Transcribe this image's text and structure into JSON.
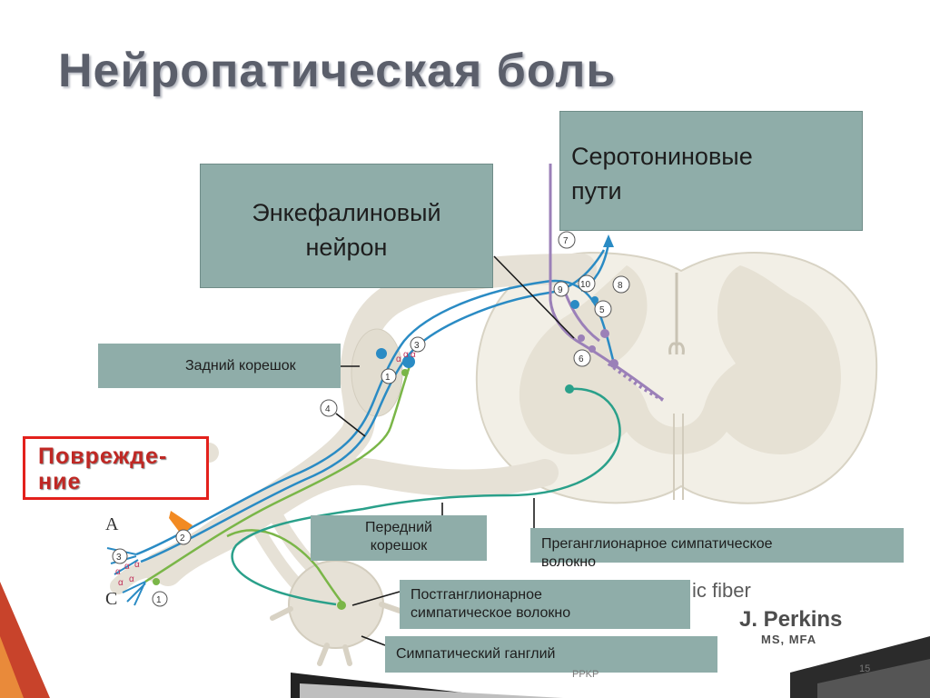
{
  "title": "Нейропатическая боль",
  "labels": {
    "serotonin_line1": "Серотониновые",
    "serotonin_line2": "пути",
    "enkephalin_line1": "Энкефалиновый",
    "enkephalin_line2": "нейрон",
    "dorsal_root": "Задний корешок",
    "injury_line1": "Поврежде-",
    "injury_line2": "ние",
    "ventral_root_line1": "Передний",
    "ventral_root_line2": "корешок",
    "preganglionic_line1": "Преганглионарное симпатическое",
    "preganglionic_line2": "волокно",
    "postganglionic_line1": "Постганглионарное",
    "postganglionic_line2": "симпатическое волокно",
    "ganglion": "Симпатический ганглий"
  },
  "figure": {
    "letter_a": "A",
    "letter_c": "C",
    "numbers": [
      "1",
      "2",
      "3",
      "4",
      "5",
      "6",
      "7",
      "8",
      "9",
      "10"
    ],
    "alpha": "α",
    "fiber_text": "ic fiber",
    "credit_name": "J. Perkins",
    "credit_degree": "MS, MFA"
  },
  "footer": "PPKP",
  "page_number": "15",
  "colors": {
    "label_box": "#8fada9",
    "injury_border": "#e3211c",
    "fiber_blue": "#2a8bc4",
    "fiber_green": "#7ab648",
    "fiber_purple": "#9b80b8",
    "fiber_teal": "#2aa08a",
    "injury_arrow": "#f28a22"
  }
}
